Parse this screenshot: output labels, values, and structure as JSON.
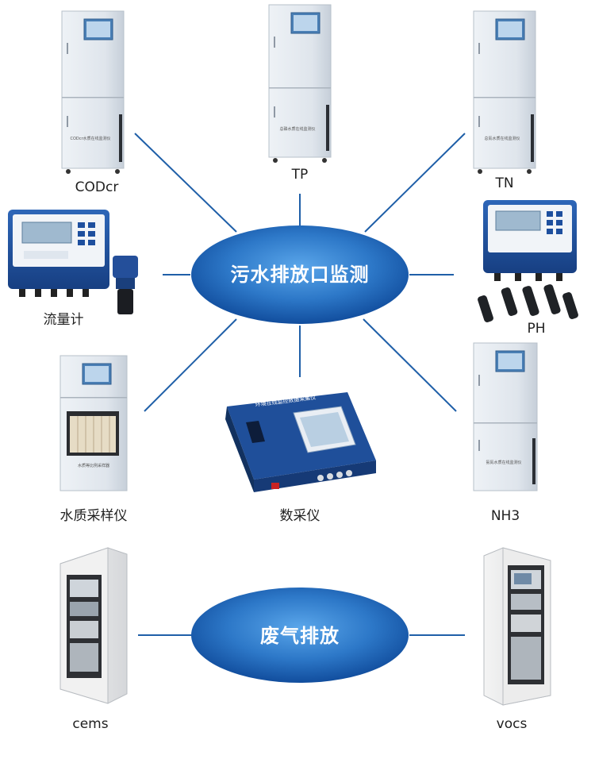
{
  "hubs": {
    "wastewater": {
      "label": "污水排放口监测"
    },
    "exhaust": {
      "label": "废气排放"
    }
  },
  "devices": {
    "codcr": {
      "label": "CODcr",
      "plate": "CODcr水质在线监测仪"
    },
    "tp": {
      "label": "TP",
      "plate": "总磷水质在线监测仪"
    },
    "tn": {
      "label": "TN",
      "plate": "总氮水质在线监测仪"
    },
    "flowmeter": {
      "label": "流量计"
    },
    "ph": {
      "label": "PH"
    },
    "sampler": {
      "label": "水质采样仪",
      "plate": "水质等比例采样器"
    },
    "dau": {
      "label": "数采仪",
      "title": "环境在线监控数据采集仪"
    },
    "nh3": {
      "label": "NH3",
      "plate": "氨氮水质在线监测仪"
    },
    "cems": {
      "label": "cems"
    },
    "vocs": {
      "label": "vocs"
    }
  },
  "colors": {
    "line": "#1f5fa8",
    "hub_center": "#3f8fd8",
    "hub_edge": "#0f4a9a",
    "cabinet": "#dfe5ec",
    "device_blue": "#1e4f9e"
  }
}
